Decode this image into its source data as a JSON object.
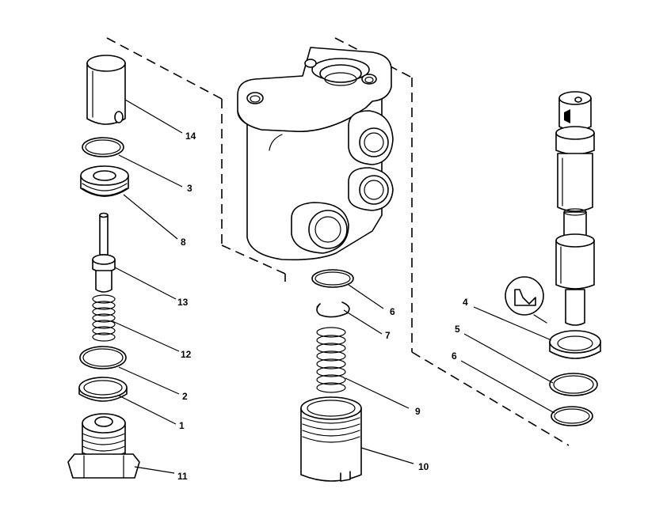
{
  "callouts": [
    {
      "id": "14",
      "text": "14"
    },
    {
      "id": "3",
      "text": "3"
    },
    {
      "id": "8",
      "text": "8"
    },
    {
      "id": "13",
      "text": "13"
    },
    {
      "id": "12",
      "text": "12"
    },
    {
      "id": "2",
      "text": "2"
    },
    {
      "id": "1",
      "text": "1"
    },
    {
      "id": "11",
      "text": "11"
    },
    {
      "id": "6a",
      "text": "6"
    },
    {
      "id": "7",
      "text": "7"
    },
    {
      "id": "9",
      "text": "9"
    },
    {
      "id": "10",
      "text": "10"
    },
    {
      "id": "4",
      "text": "4"
    },
    {
      "id": "5",
      "text": "5"
    },
    {
      "id": "6b",
      "text": "6"
    }
  ]
}
